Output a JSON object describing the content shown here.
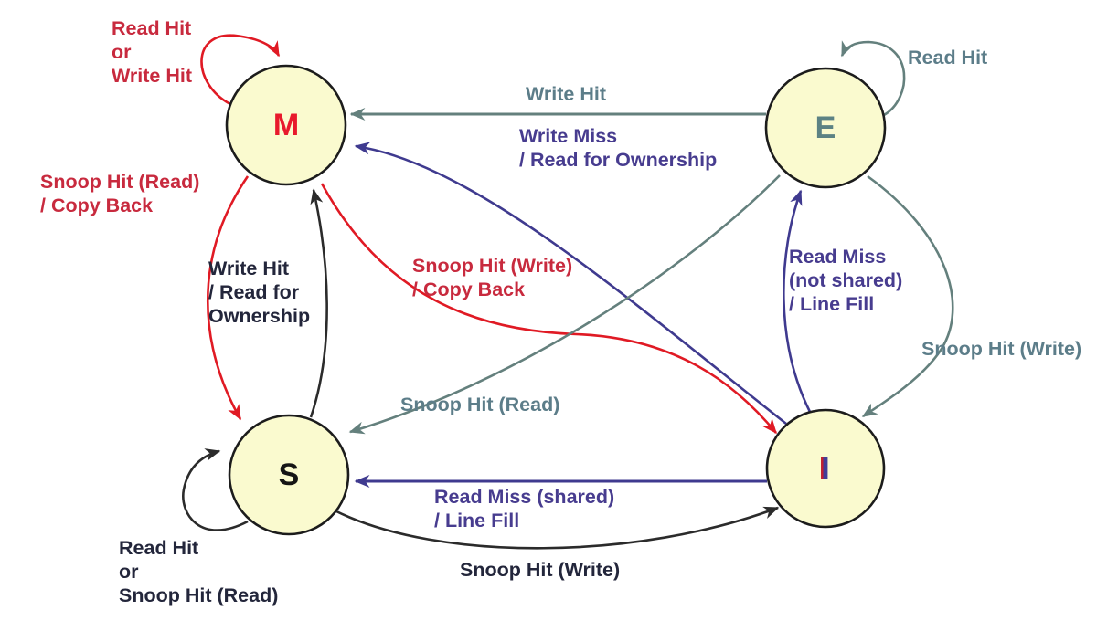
{
  "diagram_type": "state-machine",
  "colors": {
    "red_line": "#E01A24",
    "red_text": "#C82A3E",
    "gray_line": "#64807D",
    "gray_text": "#5C7D89",
    "purple_line": "#3F3A8F",
    "purple_text": "#473C8F",
    "black_line": "#2B2B2B",
    "black_text": "#23263B",
    "node_fill": "#FAFACF",
    "node_border": "#1C1C1C"
  },
  "states": [
    {
      "id": "M",
      "label": "M",
      "color": "#E8192C"
    },
    {
      "id": "E",
      "label": "E",
      "color": "#5C8284"
    },
    {
      "id": "S",
      "label": "S",
      "color": "#151515"
    },
    {
      "id": "I",
      "label": "I",
      "color": "#413D97",
      "shadow_color": "#C02030"
    }
  ],
  "transitions": [
    {
      "id": "m-loop",
      "from": "M",
      "to": "M",
      "color": "red",
      "lines": [
        "Read Hit",
        "or",
        "Write Hit"
      ]
    },
    {
      "id": "e-loop",
      "from": "E",
      "to": "E",
      "color": "gray",
      "lines": [
        "Read Hit"
      ]
    },
    {
      "id": "e-m",
      "from": "E",
      "to": "M",
      "color": "gray",
      "lines": [
        "Write Hit"
      ]
    },
    {
      "id": "i-m",
      "from": "I",
      "to": "M",
      "color": "purple",
      "lines": [
        "Write Miss",
        "/ Read for Ownership"
      ]
    },
    {
      "id": "m-s",
      "from": "M",
      "to": "S",
      "color": "red",
      "lines": [
        "Snoop Hit (Read)",
        "/ Copy Back"
      ]
    },
    {
      "id": "s-m",
      "from": "S",
      "to": "M",
      "color": "black",
      "lines": [
        "Write Hit",
        "/ Read for",
        "Ownership"
      ]
    },
    {
      "id": "m-i",
      "from": "M",
      "to": "I",
      "color": "red",
      "lines": [
        "Snoop Hit (Write)",
        "/ Copy Back"
      ]
    },
    {
      "id": "e-s",
      "from": "E",
      "to": "S",
      "color": "gray",
      "lines": [
        "Snoop Hit (Read)"
      ]
    },
    {
      "id": "i-e",
      "from": "I",
      "to": "E",
      "color": "purple",
      "lines": [
        "Read Miss",
        "(not shared)",
        "/ Line Fill"
      ]
    },
    {
      "id": "e-i",
      "from": "E",
      "to": "I",
      "color": "gray",
      "lines": [
        "Snoop Hit (Write)"
      ]
    },
    {
      "id": "s-loop",
      "from": "S",
      "to": "S",
      "color": "black",
      "lines": [
        "Read Hit",
        "or",
        "Snoop Hit (Read)"
      ]
    },
    {
      "id": "i-s",
      "from": "I",
      "to": "S",
      "color": "purple",
      "lines": [
        "Read Miss (shared)",
        "/ Line Fill"
      ]
    },
    {
      "id": "s-i",
      "from": "S",
      "to": "I",
      "color": "black",
      "lines": [
        "Snoop Hit (Write)"
      ]
    }
  ]
}
